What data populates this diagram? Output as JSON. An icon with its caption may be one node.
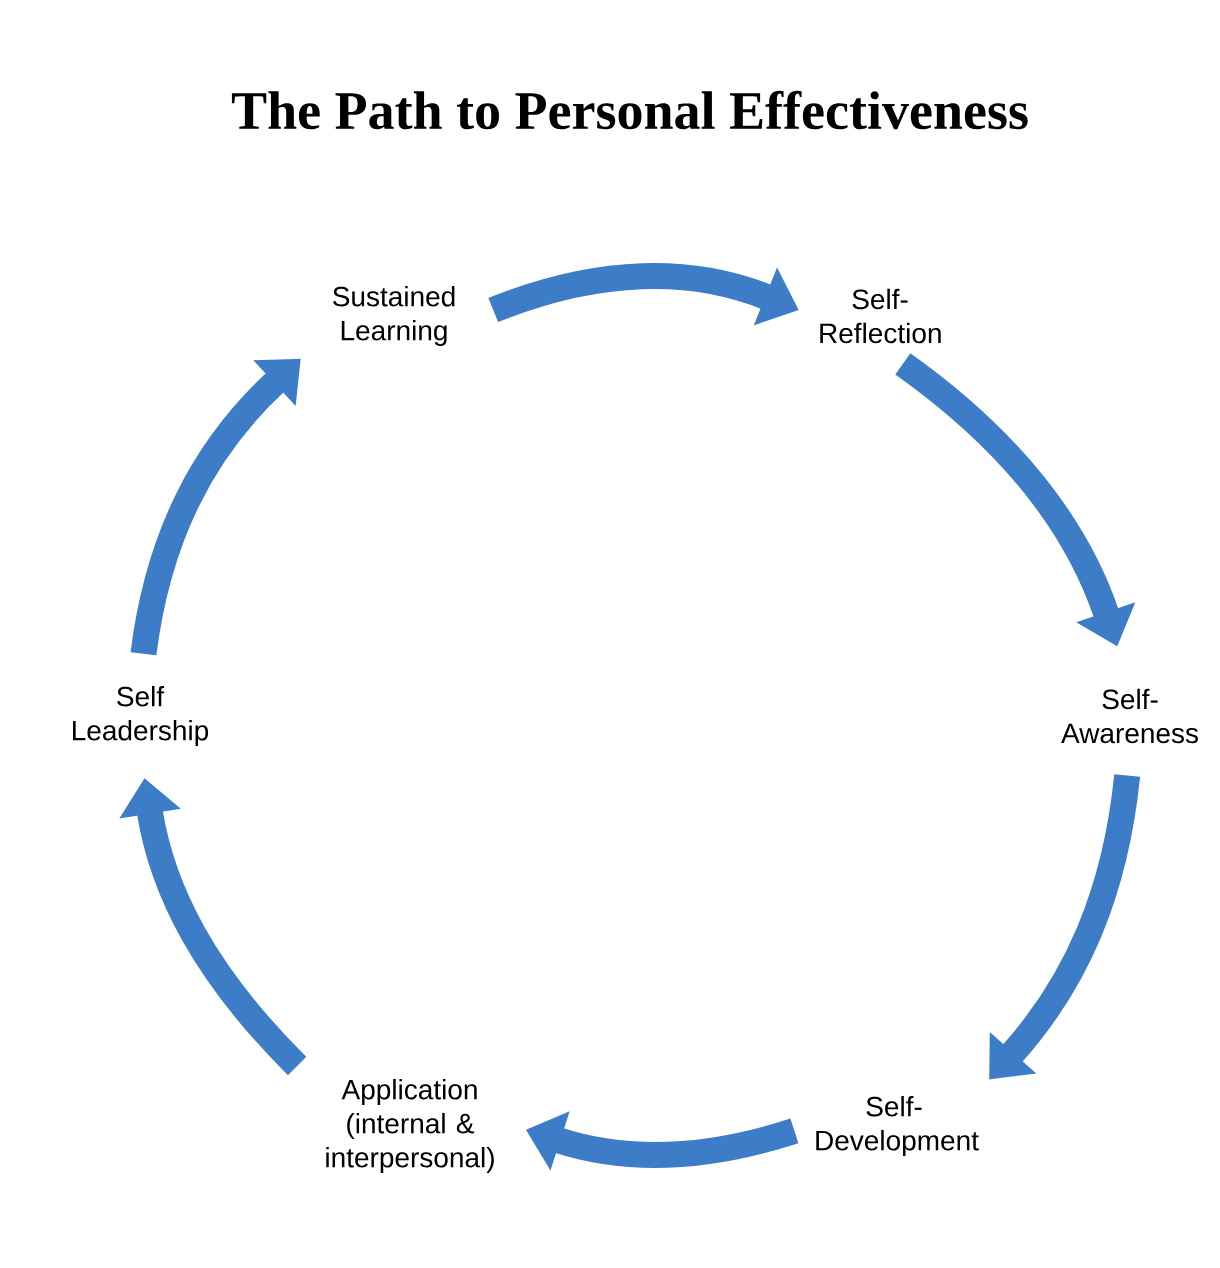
{
  "diagram": {
    "title": "The Path to Personal Effectiveness",
    "nodes": [
      {
        "text": [
          "Sustained Learning"
        ]
      },
      {
        "text": [
          "Self- Reflection"
        ]
      },
      {
        "text": [
          "Self- Awareness"
        ]
      },
      {
        "text": [
          "Self- Development"
        ]
      },
      {
        "text": [
          "Application (internal & interpersonal)"
        ]
      },
      {
        "text": [
          "Self Leadership"
        ]
      }
    ],
    "edges": [
      {
        "from": 0,
        "to": 1,
        "arrow": "to"
      },
      {
        "from": 1,
        "to": 2,
        "arrow": "to"
      },
      {
        "from": 2,
        "to": 3,
        "arrow": "to"
      },
      {
        "from": 3,
        "to": 4,
        "arrow": "to"
      },
      {
        "from": 4,
        "to": 5,
        "arrow": "to"
      },
      {
        "from": 5,
        "to": 0,
        "arrow": "to"
      }
    ]
  }
}
